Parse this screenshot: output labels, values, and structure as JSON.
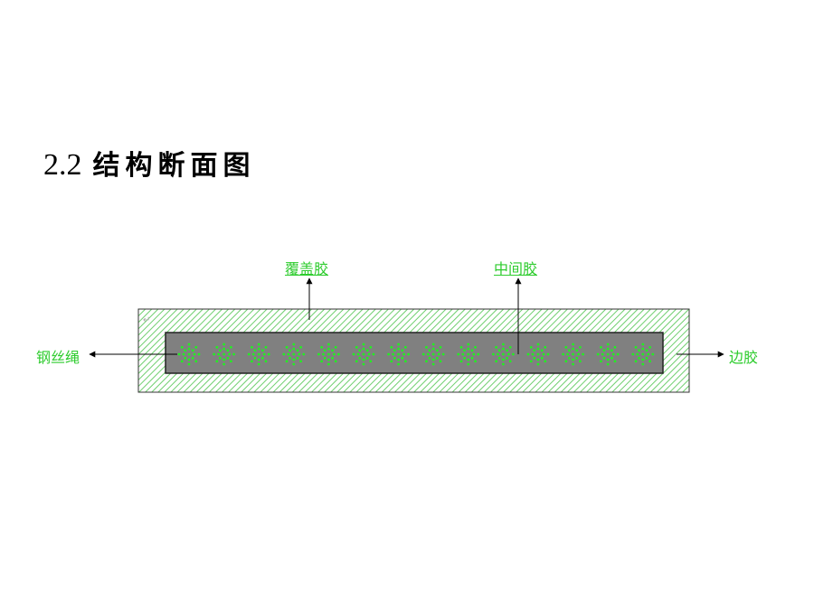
{
  "title": {
    "number": "2.2",
    "text": "结构断面图"
  },
  "labels": {
    "cover_rubber": "覆盖胶",
    "middle_rubber": "中间胶",
    "steel_cord": "钢丝绳",
    "edge_rubber": "边胶"
  },
  "colors": {
    "label_green": "#2ecc2e",
    "hatch_green": "#6fcf6f",
    "core_gray": "#808080",
    "cord_green": "#22ee22"
  },
  "diagram": {
    "steel_cord_count": 14
  }
}
